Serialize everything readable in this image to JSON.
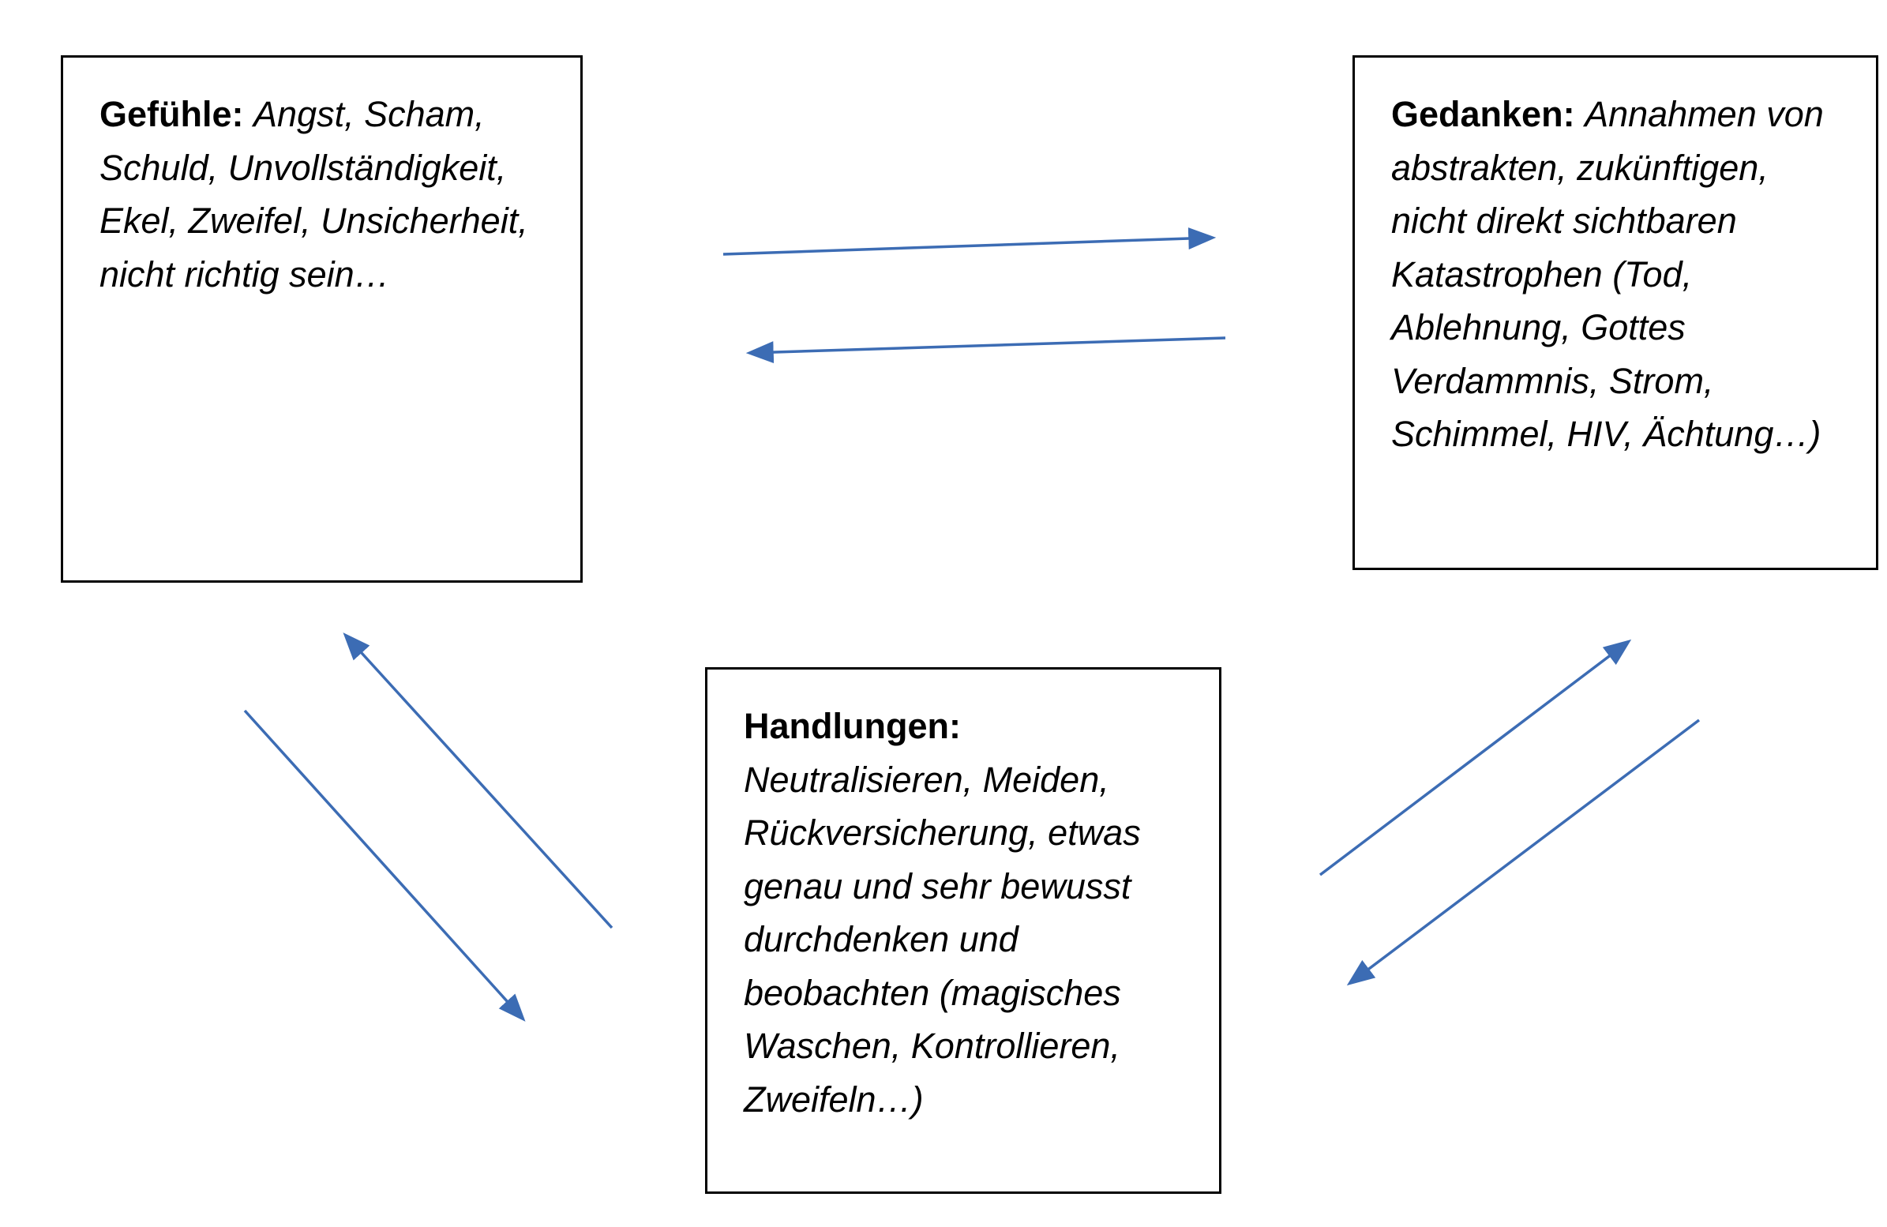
{
  "colors": {
    "arrow": "#3C6CB4",
    "box_border": "#000000",
    "background": "#FFFFFF"
  },
  "boxes": {
    "gefuehle": {
      "title": "Gefühle:",
      "body": "Angst, Scham, Schuld, Unvollständigkeit, Ekel, Zweifel, Unsicherheit, nicht richtig sein…"
    },
    "gedanken": {
      "title": "Gedanken:",
      "body": "Annahmen von abstrakten, zukünftigen, nicht direkt sichtbaren Katastrophen (Tod, Ablehnung, Gottes Verdammnis, Strom, Schimmel, HIV, Ächtung…)"
    },
    "handlungen": {
      "title": "Handlungen:",
      "body": "Neutralisieren, Meiden, Rückversicherung, etwas genau und sehr bewusst durchdenken und beobachten (magisches Waschen, Kontrollieren, Zweifeln…)"
    }
  }
}
